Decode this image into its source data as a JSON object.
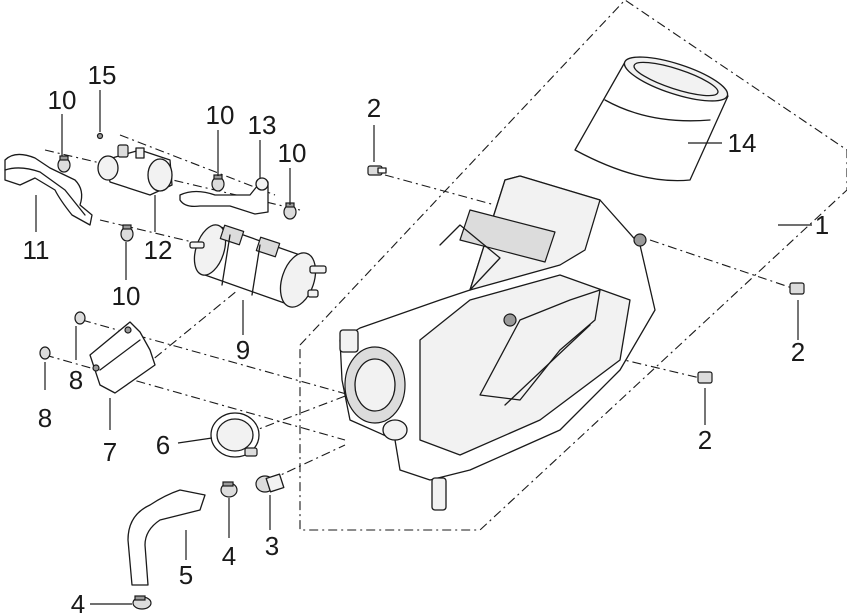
{
  "diagram": {
    "callouts": [
      {
        "id": "c1",
        "label": "1"
      },
      {
        "id": "c2a",
        "label": "2"
      },
      {
        "id": "c2b",
        "label": "2"
      },
      {
        "id": "c2c",
        "label": "2"
      },
      {
        "id": "c3",
        "label": "3"
      },
      {
        "id": "c4a",
        "label": "4"
      },
      {
        "id": "c4b",
        "label": "4"
      },
      {
        "id": "c5",
        "label": "5"
      },
      {
        "id": "c6",
        "label": "6"
      },
      {
        "id": "c7",
        "label": "7"
      },
      {
        "id": "c8a",
        "label": "8"
      },
      {
        "id": "c8b",
        "label": "8"
      },
      {
        "id": "c9",
        "label": "9"
      },
      {
        "id": "c10a",
        "label": "10"
      },
      {
        "id": "c10b",
        "label": "10"
      },
      {
        "id": "c10c",
        "label": "10"
      },
      {
        "id": "c10d",
        "label": "10"
      },
      {
        "id": "c11",
        "label": "11"
      },
      {
        "id": "c12",
        "label": "12"
      },
      {
        "id": "c13",
        "label": "13"
      },
      {
        "id": "c14",
        "label": "14"
      },
      {
        "id": "c15",
        "label": "15"
      }
    ]
  }
}
